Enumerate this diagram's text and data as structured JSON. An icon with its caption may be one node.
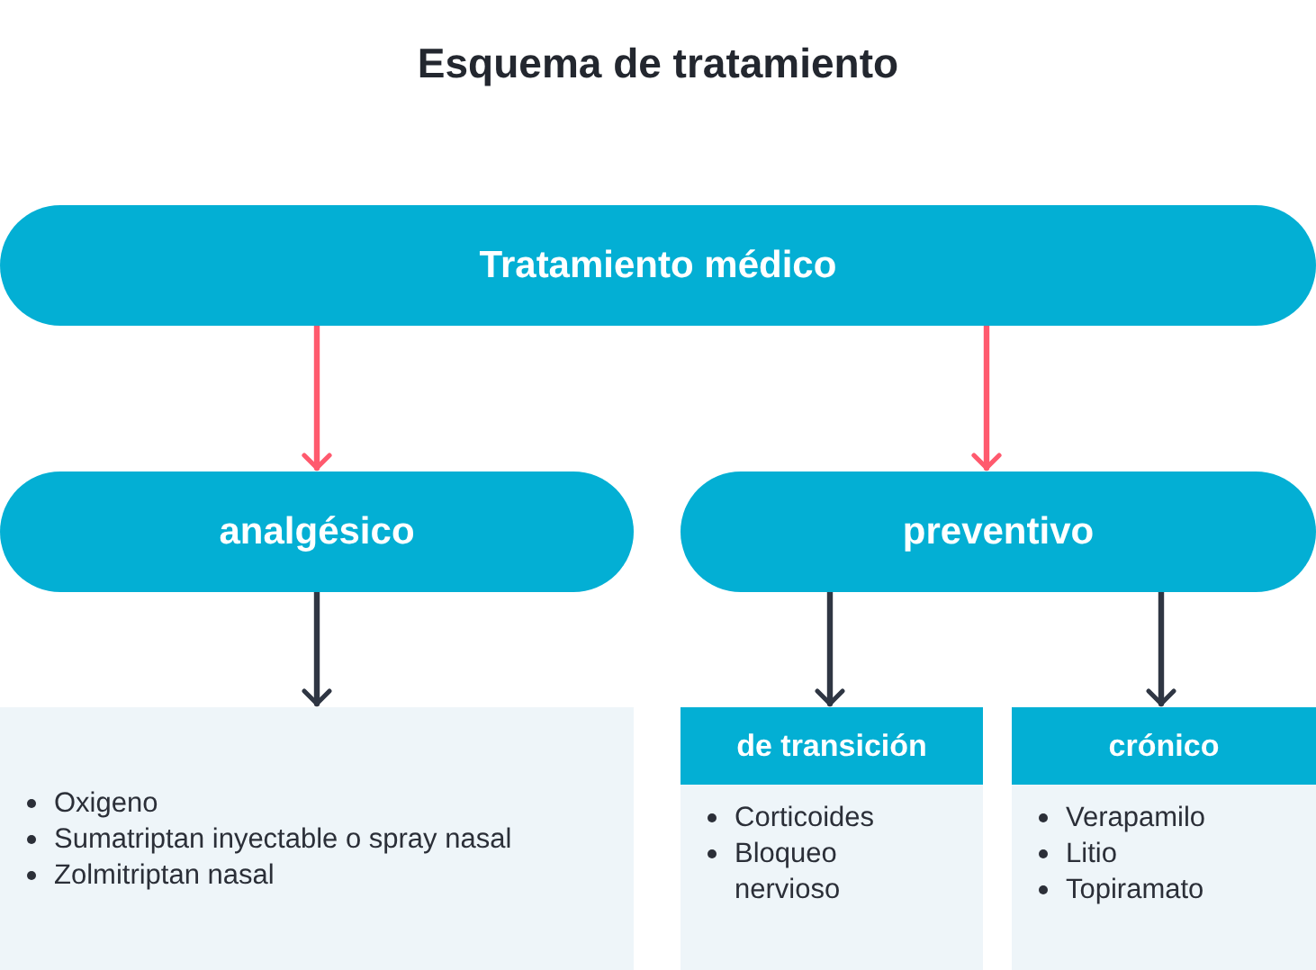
{
  "diagram": {
    "title": "Esquema de tratamiento",
    "nodes": [
      {
        "text": [
          "Tratamiento médico"
        ]
      },
      {
        "text": [
          "analgésico"
        ]
      },
      {
        "text": [
          "preventivo"
        ]
      },
      {
        "text": [
          "Oxigeno",
          "Sumatriptan inyectable o spray nasal",
          "Zolmitriptan nasal"
        ]
      },
      {
        "text": [
          "de transición",
          "Corticoides",
          "Bloqueo nervioso"
        ]
      },
      {
        "text": [
          "crónico",
          "Verapamilo",
          "Litio",
          "Topiramato"
        ]
      }
    ],
    "edges": [
      {
        "from": 0,
        "to": 1,
        "arrow": "to",
        "color": "#ff5a6e"
      },
      {
        "from": 0,
        "to": 2,
        "arrow": "to",
        "color": "#ff5a6e"
      },
      {
        "from": 1,
        "to": 3,
        "arrow": "to"
      },
      {
        "from": 2,
        "to": 4,
        "arrow": "to"
      },
      {
        "from": 2,
        "to": 5,
        "arrow": "to"
      }
    ]
  }
}
